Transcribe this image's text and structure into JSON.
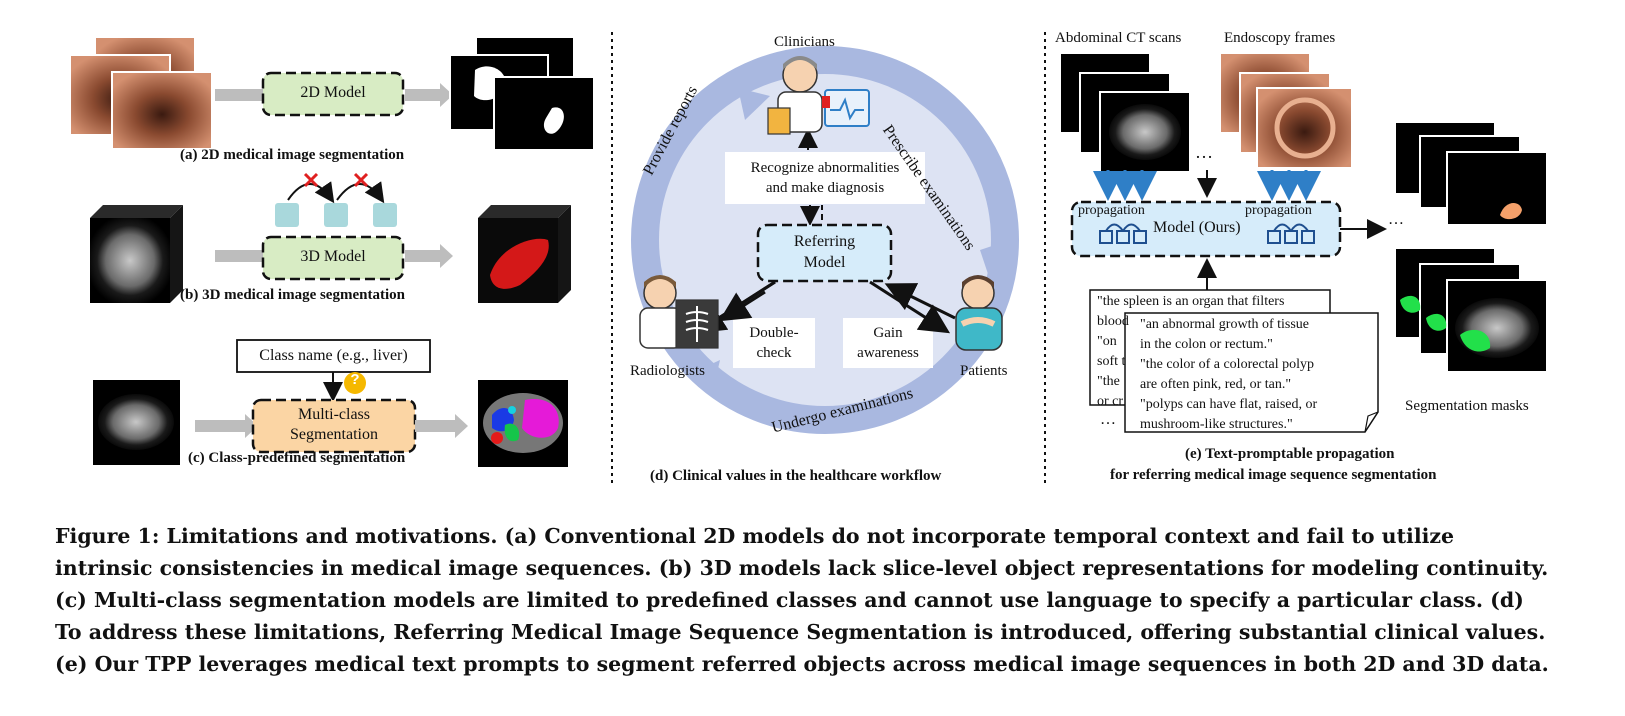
{
  "panel_a": {
    "model_label": "2D Model",
    "caption": "(a) 2D medical image segmentation"
  },
  "panel_b": {
    "model_label": "3D Model",
    "caption": "(b) 3D medical image segmentation",
    "crossed_link_icon": "red-x-icon"
  },
  "panel_c": {
    "class_name_box": "Class name (e.g., liver)",
    "model_line1": "Multi-class",
    "model_line2": "Segmentation",
    "caption": "(c) Class-predefined segmentation",
    "question_icon": "?"
  },
  "panel_d": {
    "clinicians": "Clinicians",
    "radiologists": "Radiologists",
    "patients": "Patients",
    "recognize_line1": "Recognize abnormalities",
    "recognize_line2": "and make diagnosis",
    "model_line1": "Referring",
    "model_line2": "Model",
    "double_check_line1": "Double-",
    "double_check_line2": "check",
    "gain_line1": "Gain",
    "gain_line2": "awareness",
    "arc_left": "Provide reports",
    "arc_right": "Prescribe examinations",
    "arc_bottom": "Undergo examinations",
    "caption": "(d) Clinical values in the healthcare workflow"
  },
  "panel_e": {
    "ct_label": "Abdominal CT scans",
    "endo_label": "Endoscopy frames",
    "ellipsis": "…",
    "propagation_left": "propagation",
    "propagation_right": "propagation",
    "model_label": "Model (Ours)",
    "back_quote_lines": [
      "\"the spleen is an organ that filters",
      "blood",
      "\"on",
      "soft t",
      "\"the",
      "or cr"
    ],
    "front_quote_lines": [
      "\"an abnormal growth of tissue",
      "in the colon or rectum.\"",
      "\"the color of a colorectal polyp",
      "are often pink, red, or tan.\"",
      "\"polyps can have flat, raised, or",
      "mushroom-like structures.\""
    ],
    "seg_masks_label": "Segmentation masks",
    "caption_line1": "(e) Text-promptable propagation",
    "caption_line2": "for referring medical image sequence segmentation"
  },
  "caption": {
    "line1": "Figure 1: Limitations and motivations. (a) Conventional 2D models do not incorporate temporal context and fail to utilize",
    "line2": "intrinsic consistencies in medical image sequences. (b) 3D models lack slice-level object representations for modeling continuity.",
    "line3": "(c) Multi-class segmentation models are limited to predefined classes and cannot use language to specify a particular class. (d)",
    "line4": "To address these limitations, Referring Medical Image Sequence Segmentation is introduced, offering substantial clinical values.",
    "line5": "(e) Our TPP leverages medical text prompts to segment referred objects across medical image sequences in both 2D and 3D data."
  },
  "colors": {
    "green_box": "#d8ecc4",
    "orange_box": "#fbd5a4",
    "blue_box": "#d6ecfa",
    "cycle_blue": "#a9b8e0",
    "cycle_fill": "#dde3f3",
    "arrow_gray": "#bdbdbd",
    "arrow_blue": "#2f7fc7",
    "red_x": "#e02020"
  }
}
